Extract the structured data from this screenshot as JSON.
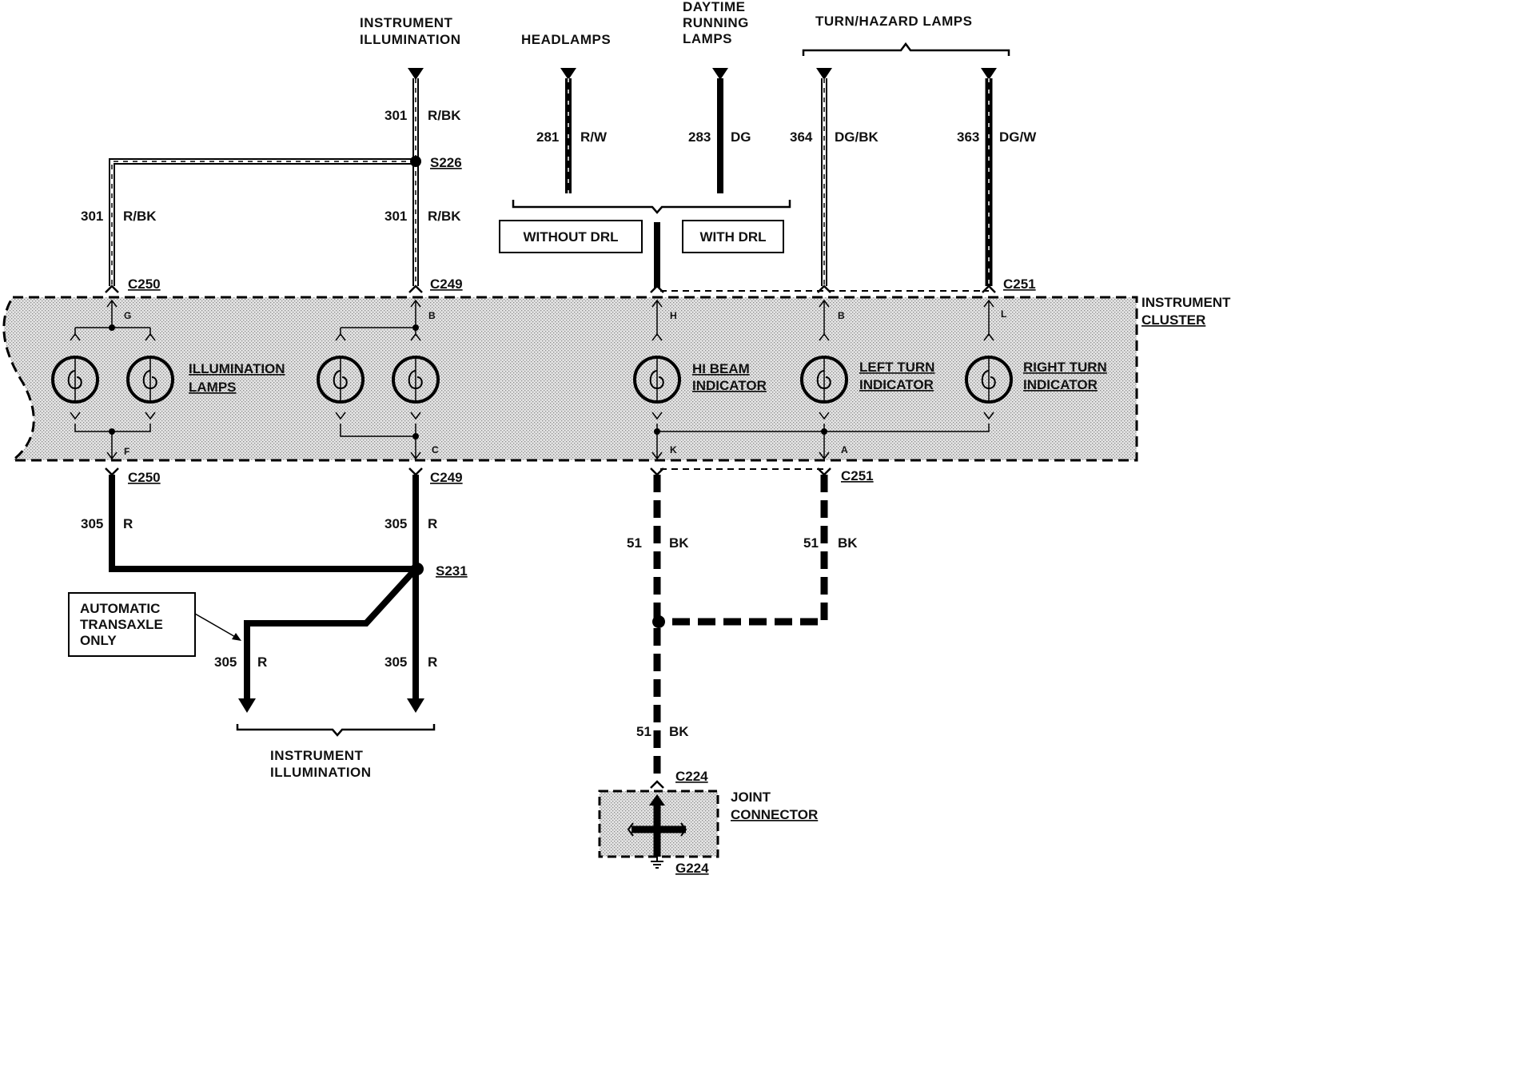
{
  "headers": {
    "instrument_illumination_top": [
      "INSTRUMENT",
      "ILLUMINATION"
    ],
    "headlamps": "HEADLAMPS",
    "drl": [
      "DAYTIME",
      "RUNNING",
      "LAMPS"
    ],
    "turn_hazard": "TURN/HAZARD LAMPS",
    "instrument_illumination_bottom": [
      "INSTRUMENT",
      "ILLUMINATION"
    ]
  },
  "wires": {
    "w301_top": {
      "circuit": "301",
      "color": "R/BK"
    },
    "w301_left": {
      "circuit": "301",
      "color": "R/BK"
    },
    "w301_mid": {
      "circuit": "301",
      "color": "R/BK"
    },
    "w281": {
      "circuit": "281",
      "color": "R/W"
    },
    "w283": {
      "circuit": "283",
      "color": "DG"
    },
    "w364": {
      "circuit": "364",
      "color": "DG/BK"
    },
    "w363": {
      "circuit": "363",
      "color": "DG/W"
    },
    "w305_left": {
      "circuit": "305",
      "color": "R"
    },
    "w305_mid": {
      "circuit": "305",
      "color": "R"
    },
    "w305_auto": {
      "circuit": "305",
      "color": "R"
    },
    "w305_right": {
      "circuit": "305",
      "color": "R"
    },
    "w51_a": {
      "circuit": "51",
      "color": "BK"
    },
    "w51_b": {
      "circuit": "51",
      "color": "BK"
    },
    "w51_c": {
      "circuit": "51",
      "color": "BK"
    }
  },
  "splices": {
    "s226": "S226",
    "s231": "S231"
  },
  "connectors": {
    "c250_top": "C250",
    "c249_top": "C249",
    "c251_top": "C251",
    "c250_bot": "C250",
    "c249_bot": "C249",
    "c251_bot": "C251",
    "c224": "C224",
    "g224": "G224"
  },
  "pins": {
    "g": "G",
    "f": "F",
    "b1": "B",
    "c": "C",
    "h": "H",
    "k": "K",
    "b2": "B",
    "a": "A",
    "l": "L"
  },
  "boxes": {
    "without_drl": "WITHOUT DRL",
    "with_drl": "WITH DRL",
    "automatic_transaxle": [
      "AUTOMATIC",
      "TRANSAXLE",
      "ONLY"
    ]
  },
  "cluster": {
    "title": [
      "INSTRUMENT",
      "CLUSTER"
    ],
    "illumination_lamps": [
      "ILLUMINATION",
      "LAMPS"
    ],
    "hi_beam": [
      "HI BEAM",
      "INDICATOR"
    ],
    "left_turn": [
      "LEFT TURN",
      "INDICATOR"
    ],
    "right_turn": [
      "RIGHT TURN",
      "INDICATOR"
    ]
  },
  "joint_connector": [
    "JOINT",
    "CONNECTOR"
  ]
}
